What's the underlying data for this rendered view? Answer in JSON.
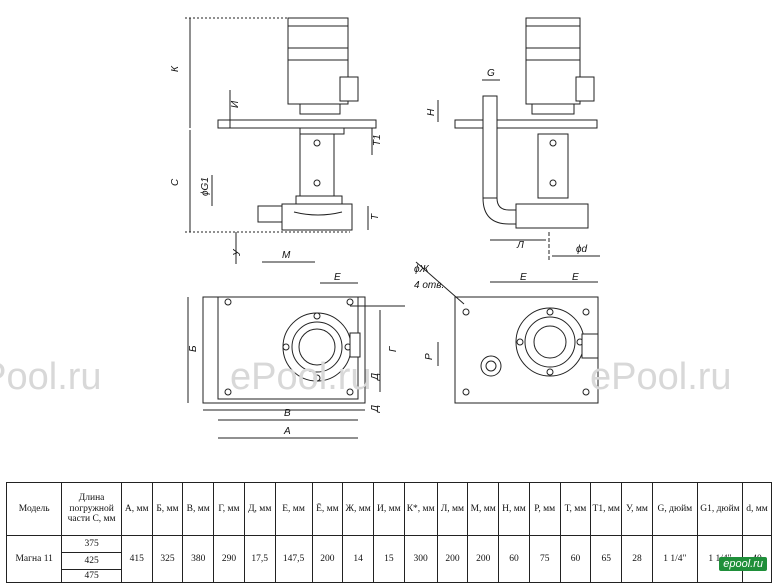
{
  "drawing": {
    "dims": {
      "K": "К",
      "I": "И",
      "T1": "T1",
      "C": "С",
      "G1": "ϕG1",
      "T": "Т",
      "U": "У",
      "M": "М",
      "G": "G",
      "H": "Н",
      "L": "Л",
      "d": "ϕd",
      "E": "Е",
      "B": "Б",
      "G_": "Г",
      "D": "Д",
      "V": "В",
      "A": "А",
      "Zh": "ϕЖ",
      "otv": "4 отв.",
      "P": "Р"
    }
  },
  "watermark": [
    "ePool.ru",
    "ePool.ru",
    "ePool.ru"
  ],
  "table": {
    "headers": [
      "Модель",
      "Длина погружной части С, мм",
      "А, мм",
      "Б, мм",
      "В, мм",
      "Г, мм",
      "Д, мм",
      "Е, мм",
      "Ё, мм",
      "Ж, мм",
      "И, мм",
      "К*, мм",
      "Л, мм",
      "М, мм",
      "Н, мм",
      "Р, мм",
      "Т, мм",
      "Т1, мм",
      "У, мм",
      "G, дюйм",
      "G1, дюйм",
      "d, мм"
    ],
    "model": "Магна 11",
    "lengths": [
      "375",
      "425",
      "475"
    ],
    "values": [
      "415",
      "325",
      "380",
      "290",
      "17,5",
      "147,5",
      "200",
      "14",
      "15",
      "300",
      "200",
      "200",
      "60",
      "75",
      "60",
      "65",
      "28",
      "1 1/4\"",
      "1 1/4\"",
      "40"
    ]
  },
  "logo": "epool.ru"
}
